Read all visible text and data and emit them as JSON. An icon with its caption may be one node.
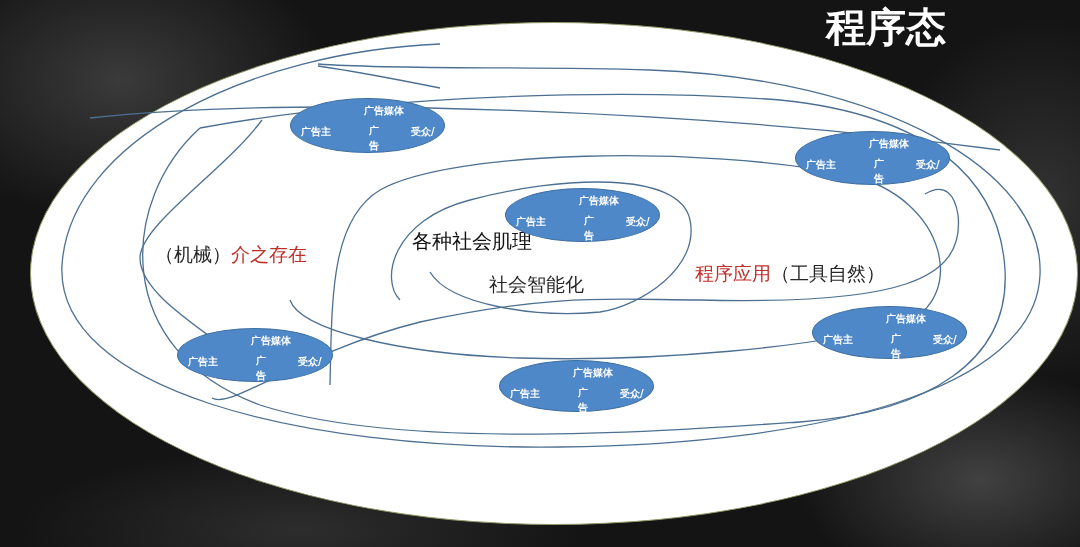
{
  "diagram": {
    "title": "程序态",
    "nodes": [
      {
        "text": [
          "（机械）",
          "介之存在",
          "各种社会肌理",
          "社会智能化",
          "程序应用",
          "（工具自然）"
        ]
      },
      {
        "text": [
          "广告媒体",
          "广告主",
          "广告",
          "受众/"
        ],
        "in": 0
      },
      {
        "text": [
          "广告媒体",
          "广告主",
          "广告",
          "受众/"
        ],
        "in": 0
      },
      {
        "text": [
          "广告媒体",
          "广告主",
          "广告",
          "受众/"
        ],
        "in": 0
      },
      {
        "text": [
          "广告媒体",
          "广告主",
          "广告",
          "受众/"
        ],
        "in": 0
      },
      {
        "text": [
          "广告媒体",
          "广告主",
          "广告",
          "受众/"
        ],
        "in": 0
      },
      {
        "text": [
          "广告媒体",
          "广告主",
          "广告",
          "受众/"
        ],
        "in": 0
      }
    ]
  }
}
